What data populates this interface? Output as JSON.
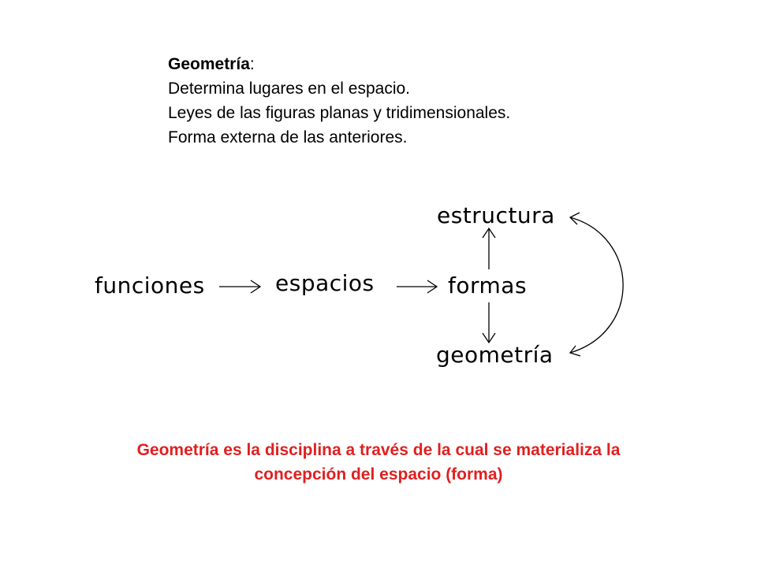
{
  "intro": {
    "heading_bold": "Geometría",
    "heading_suffix": ":",
    "lines": [
      "Determina lugares en el espacio.",
      "Leyes de las figuras planas y tridimensionales.",
      "Forma externa de las anteriores."
    ]
  },
  "diagram": {
    "nodes": {
      "funciones": "funciones",
      "espacios": "espacios",
      "formas": "formas",
      "estructura": "estructura",
      "geometria": "geometría"
    }
  },
  "conclusion": {
    "line1": "Geometría es la disciplina a través de la cual se materializa la",
    "line2": "concepción del espacio (forma)"
  },
  "colors": {
    "conclusion": "#e02020",
    "text": "#000000"
  }
}
